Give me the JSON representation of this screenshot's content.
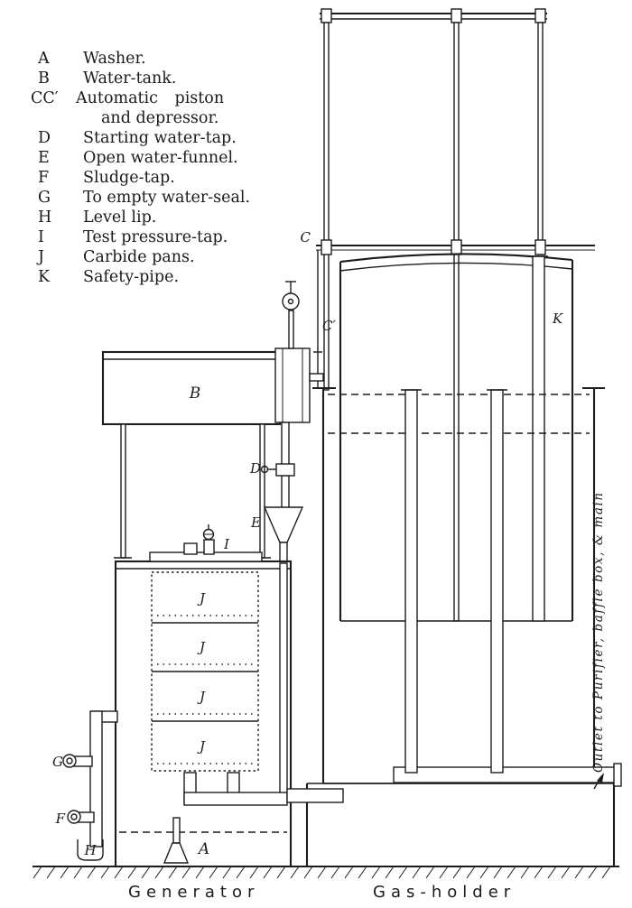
{
  "legend": {
    "items": [
      {
        "key": "A",
        "label": "Washer."
      },
      {
        "key": "B",
        "label": "Water-tank."
      },
      {
        "key": "CC′",
        "label": "Automatic piston",
        "label2": "and depressor."
      },
      {
        "key": "D",
        "label": "Starting water-tap."
      },
      {
        "key": "E",
        "label": "Open water-funnel."
      },
      {
        "key": "F",
        "label": "Sludge-tap."
      },
      {
        "key": "G",
        "label": "To empty water-seal."
      },
      {
        "key": "H",
        "label": "Level lip."
      },
      {
        "key": "I",
        "label": "Test pressure-tap."
      },
      {
        "key": "J",
        "label": "Carbide pans."
      },
      {
        "key": "K",
        "label": "Safety-pipe."
      }
    ]
  },
  "diagram_labels": {
    "C": "C",
    "C_prime": "C′",
    "B": "B",
    "D": "D",
    "E": "E",
    "I": "I",
    "J": "J",
    "K": "K",
    "G": "G",
    "F": "F",
    "H": "H",
    "A": "A"
  },
  "annotations": {
    "outlet_note": "Outlet to Purifier, baffle box, & main"
  },
  "captions": {
    "generator": "Generator",
    "gas_holder": "Gas-holder"
  },
  "colors": {
    "ink": "#1c1c1c",
    "paper": "#ffffff"
  }
}
